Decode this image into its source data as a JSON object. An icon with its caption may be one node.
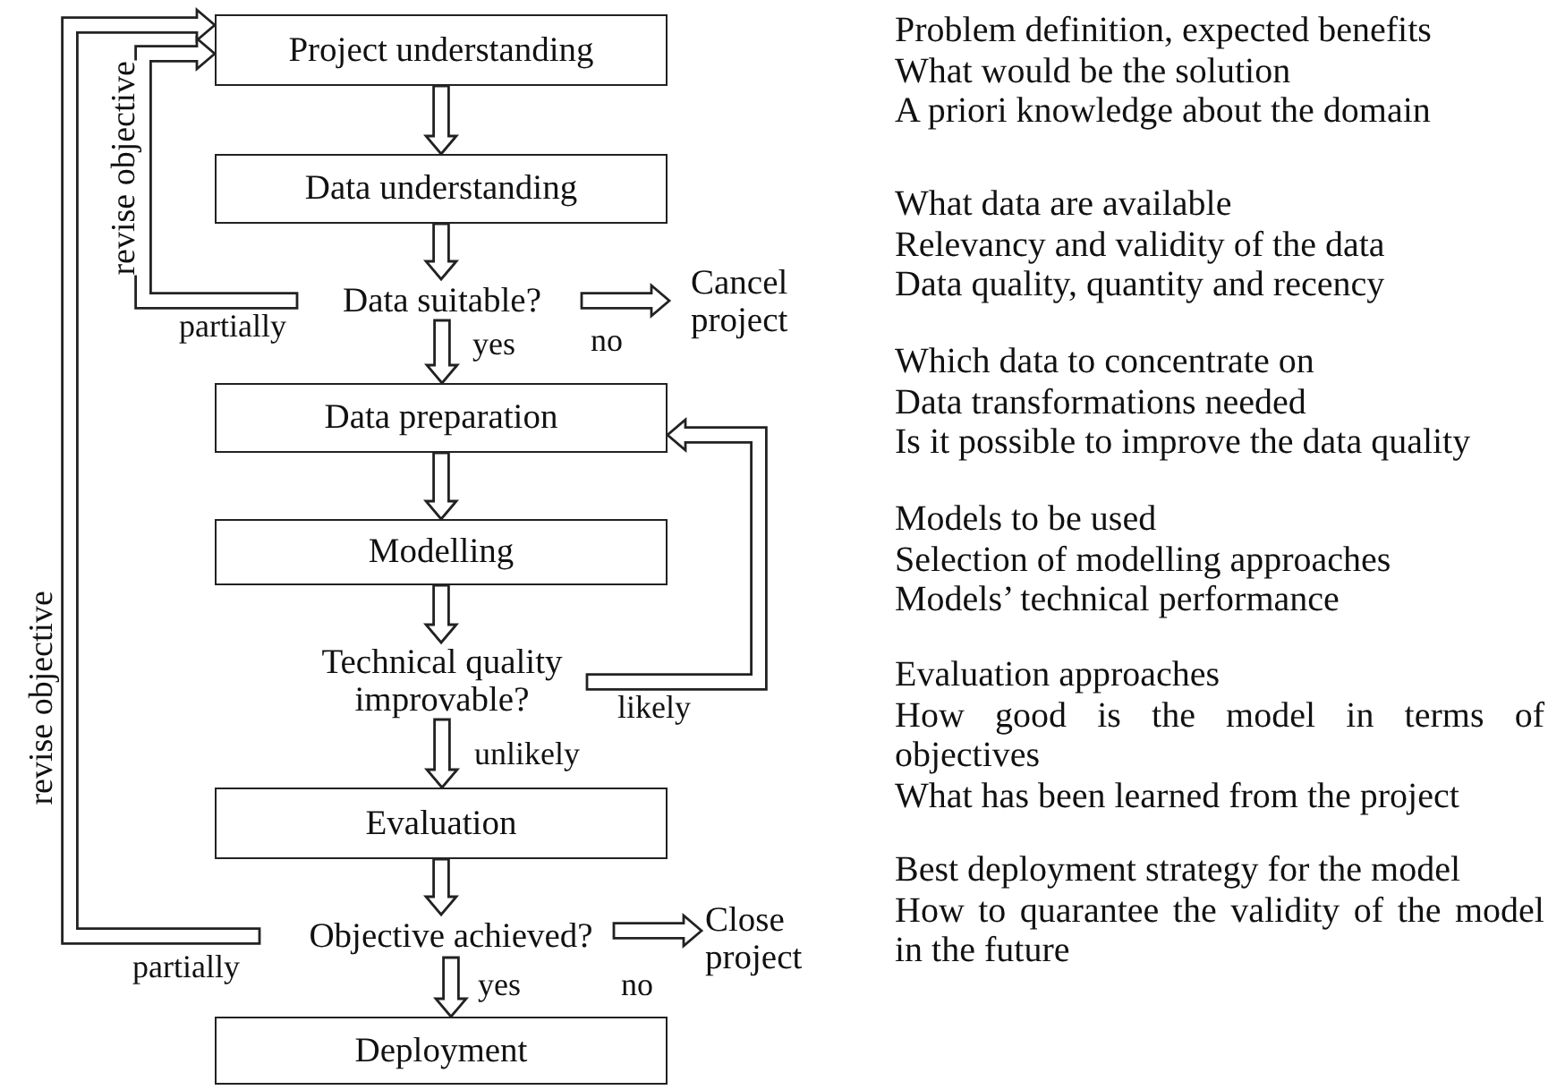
{
  "diagram": {
    "nodes": [
      {
        "text": [
          "Project understanding"
        ]
      },
      {
        "text": [
          "Data understanding"
        ]
      },
      {
        "text": [
          "Data suitable?"
        ]
      },
      {
        "text": [
          "Cancel project"
        ]
      },
      {
        "text": [
          "Data preparation"
        ]
      },
      {
        "text": [
          "Modelling"
        ]
      },
      {
        "text": [
          "Technical quality improvable?"
        ]
      },
      {
        "text": [
          "Evaluation"
        ]
      },
      {
        "text": [
          "Objective achieved?"
        ]
      },
      {
        "text": [
          "Close project"
        ]
      },
      {
        "text": [
          "Deployment"
        ]
      }
    ],
    "edges": [
      {
        "from": 0,
        "to": 1,
        "arrow": "to"
      },
      {
        "from": 1,
        "to": 2,
        "arrow": "to"
      },
      {
        "from": 2,
        "to": 3,
        "arrow": "to",
        "label": "no"
      },
      {
        "from": 2,
        "to": 4,
        "arrow": "to",
        "label": "yes"
      },
      {
        "from": 2,
        "to": 0,
        "arrow": "to",
        "label": "revise objective"
      },
      {
        "from": 4,
        "to": 5,
        "arrow": "to"
      },
      {
        "from": 5,
        "to": 6,
        "arrow": "to"
      },
      {
        "from": 6,
        "to": 4,
        "arrow": "to",
        "label": "likely"
      },
      {
        "from": 6,
        "to": 7,
        "arrow": "to",
        "label": "unlikely"
      },
      {
        "from": 7,
        "to": 8,
        "arrow": "to"
      },
      {
        "from": 8,
        "to": 9,
        "arrow": "to",
        "label": "no"
      },
      {
        "from": 8,
        "to": 10,
        "arrow": "to",
        "label": "yes"
      },
      {
        "from": 8,
        "to": 0,
        "arrow": "to",
        "label": "revise objective"
      }
    ],
    "labels": [
      "partially",
      "partially",
      "Problem definition, expected benefits",
      "What would be the solution",
      "A priori knowledge about the domain",
      "What data are available",
      "Relevancy and validity of the data",
      "Data quality, quantity and recency",
      "Which data to concentrate on",
      "Data transformations needed",
      "Is it possible to improve the data quality",
      "Models to be used",
      "Selection of modelling approaches",
      "Models’ technical performance",
      "Evaluation approaches",
      "How good is the model in terms of objectives",
      "What has been learned from the project",
      "Best deployment strategy for the model",
      "How to quarantee the validity of the model in the future"
    ]
  }
}
